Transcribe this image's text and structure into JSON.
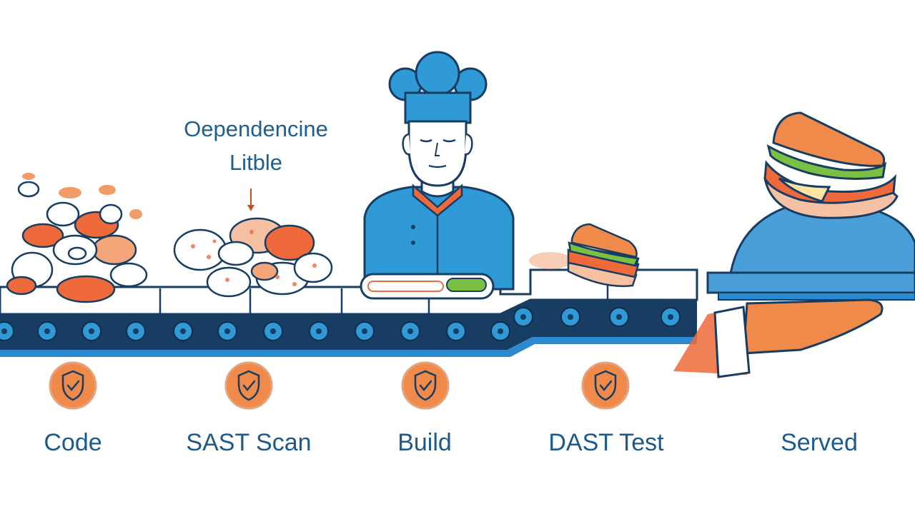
{
  "annotation": {
    "line1": "Oependencine",
    "line2": "Litble"
  },
  "stages": [
    {
      "label": "Code"
    },
    {
      "label": "SAST Scan"
    },
    {
      "label": "Build"
    },
    {
      "label": "DAST Test"
    },
    {
      "label": "Served"
    }
  ],
  "colors": {
    "belt_navy": "#173d63",
    "belt_blue": "#2b8ad0",
    "chef_blue": "#2f9ad6",
    "badge_orange": "#f08a4b",
    "food_orange": "#ee6a3a",
    "lettuce_green": "#7cc043",
    "label_blue": "#1c5a8c",
    "cloche_blue": "#4a9fd8"
  },
  "icons": {
    "stage_badge": "shield-check-icon",
    "pointer": "down-arrow-icon"
  }
}
